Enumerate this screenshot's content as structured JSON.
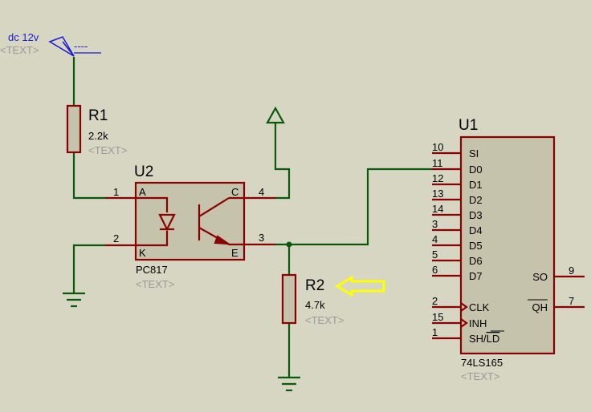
{
  "power_terminal": {
    "label": "dc 12v",
    "placeholder": "<TEXT>",
    "net_label": "----"
  },
  "r1": {
    "ref": "R1",
    "value": "2.2k",
    "placeholder": "<TEXT>"
  },
  "r2": {
    "ref": "R2",
    "value": "4.7k",
    "placeholder": "<TEXT>"
  },
  "u2": {
    "ref": "U2",
    "part": "PC817",
    "placeholder": "<TEXT>",
    "pins": {
      "a_label": "A",
      "a_num": "1",
      "k_label": "K",
      "k_num": "2",
      "c_label": "C",
      "c_num": "4",
      "e_label": "E",
      "e_num": "3"
    }
  },
  "u1": {
    "ref": "U1",
    "part": "74LS165",
    "placeholder": "<TEXT>",
    "left_pins": [
      {
        "num": "10",
        "label": "SI"
      },
      {
        "num": "11",
        "label": "D0"
      },
      {
        "num": "12",
        "label": "D1"
      },
      {
        "num": "13",
        "label": "D2"
      },
      {
        "num": "14",
        "label": "D3"
      },
      {
        "num": "3",
        "label": "D4"
      },
      {
        "num": "4",
        "label": "D5"
      },
      {
        "num": "5",
        "label": "D6"
      },
      {
        "num": "6",
        "label": "D7"
      },
      {
        "num": "2",
        "label": "CLK"
      },
      {
        "num": "15",
        "label": "INH"
      },
      {
        "num": "1",
        "label": "SH/LD"
      }
    ],
    "right_pins": [
      {
        "num": "9",
        "label": "SO"
      },
      {
        "num": "7",
        "label": "QH"
      }
    ]
  },
  "colors": {
    "wire": "#0b5a0b",
    "component": "#8a0000",
    "body": "#c6c3ac",
    "background": "#d6d6c2",
    "highlight": "#ffff00",
    "net_label": "#1a1ad6"
  }
}
